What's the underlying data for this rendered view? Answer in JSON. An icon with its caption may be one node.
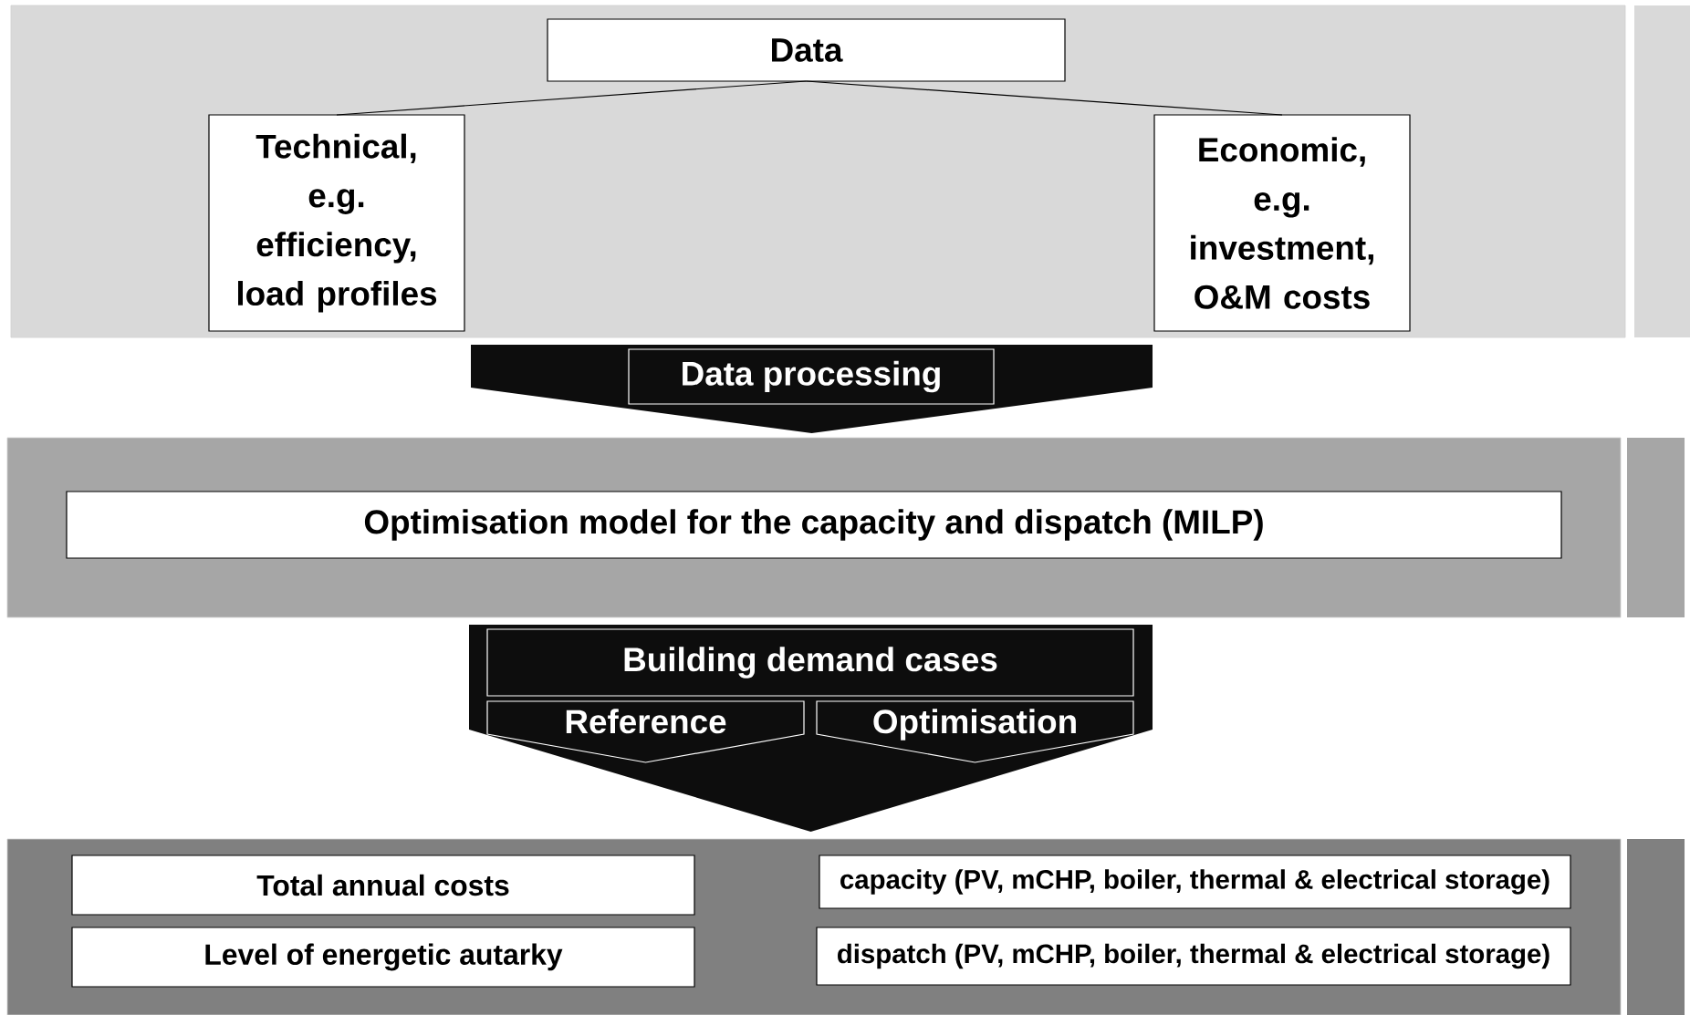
{
  "diagram": {
    "nodes": [
      {
        "text": [],
        "shape": "box"
      },
      {
        "text": [
          "Data"
        ],
        "in": 0
      },
      {
        "text": [
          "Technical, e.g. efficiency, load profiles"
        ],
        "in": 0
      },
      {
        "text": [
          "Economic, e.g. investment, O&M costs"
        ],
        "in": 0
      },
      {
        "text": [],
        "shape": "bar"
      },
      {
        "text": [
          "Data processing"
        ]
      },
      {
        "text": [],
        "shape": "box"
      },
      {
        "text": [
          "Optimisation model for the capacity and dispatch (MILP)"
        ],
        "in": 6
      },
      {
        "text": [],
        "shape": "bar"
      },
      {
        "text": [
          "Building demand cases"
        ]
      },
      {
        "text": [
          "Reference"
        ],
        "in": 9
      },
      {
        "text": [
          "Optimisation"
        ],
        "in": 9
      },
      {
        "text": [],
        "shape": "box"
      },
      {
        "text": [
          "Total annual costs"
        ],
        "in": 12
      },
      {
        "text": [
          "Level of energetic autarky"
        ],
        "in": 12
      },
      {
        "text": [
          "capacity (PV, mCHP, boiler, thermal & electrical storage)"
        ],
        "in": 12
      },
      {
        "text": [
          "dispatch (PV, mCHP, boiler, thermal & electrical storage)"
        ],
        "in": 12
      },
      {
        "text": [],
        "shape": "bar"
      }
    ],
    "edges": [
      {
        "from": 1,
        "to": 2,
        "arrow": "none"
      },
      {
        "from": 1,
        "to": 3,
        "arrow": "none"
      }
    ]
  }
}
